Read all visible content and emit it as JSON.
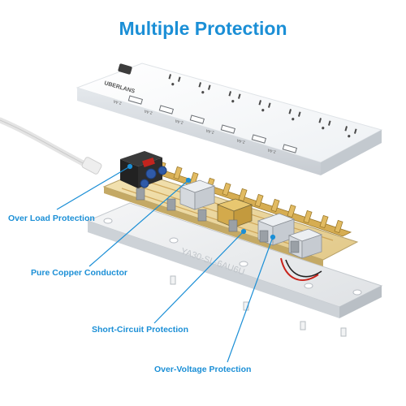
{
  "header": {
    "title": "Multiple Protection"
  },
  "product": {
    "brand_text": "UBERLANS",
    "housing_text": "YA30-SL-6AU6U",
    "usb_labels": [
      "2.4A",
      "2.4A",
      "2.4A",
      "2.4A",
      "2.4A",
      "2.4A"
    ],
    "outlet_count": 7,
    "usb_port_count": 6
  },
  "callouts": [
    {
      "label": "Over Load Protection"
    },
    {
      "label": "Pure Copper Conductor"
    },
    {
      "label": "Short-Circuit Protection"
    },
    {
      "label": "Over-Voltage Protection"
    }
  ],
  "colors": {
    "accent": "#1b8fd6",
    "housing": "#ffffff",
    "pcb": "#ecd9a2",
    "copper": "#cfa24a"
  }
}
